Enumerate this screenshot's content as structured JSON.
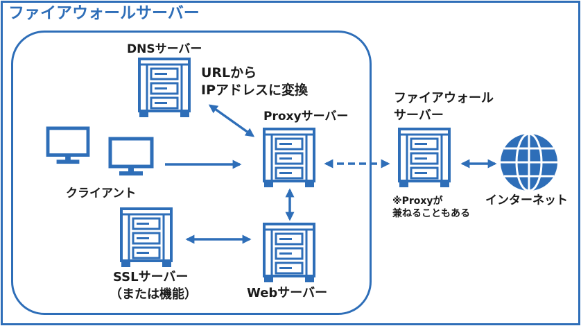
{
  "title": "ファイアウォールサーバー",
  "colors": {
    "accent": "#2E6EB8",
    "text": "#1A1A1A",
    "background": "#FFFFFF"
  },
  "nodes": {
    "dns": {
      "label": "DNSサーバー",
      "icon": "server-icon",
      "note": [
        "URLから",
        "IPアドレスに変換"
      ]
    },
    "proxy": {
      "label": "Proxyサーバー",
      "icon": "server-icon"
    },
    "client": {
      "label": "クライアント",
      "icon": "monitor-icon"
    },
    "ssl": {
      "label": [
        "SSLサーバー",
        "（または機能）"
      ],
      "icon": "server-icon"
    },
    "web": {
      "label": "Webサーバー",
      "icon": "server-icon"
    },
    "firewall": {
      "label": [
        "ファイアウォール",
        "サーバー"
      ],
      "icon": "server-icon",
      "note": [
        "※Proxyが",
        "兼ねることもある"
      ]
    },
    "internet": {
      "label": "インターネット",
      "icon": "globe-icon"
    }
  }
}
